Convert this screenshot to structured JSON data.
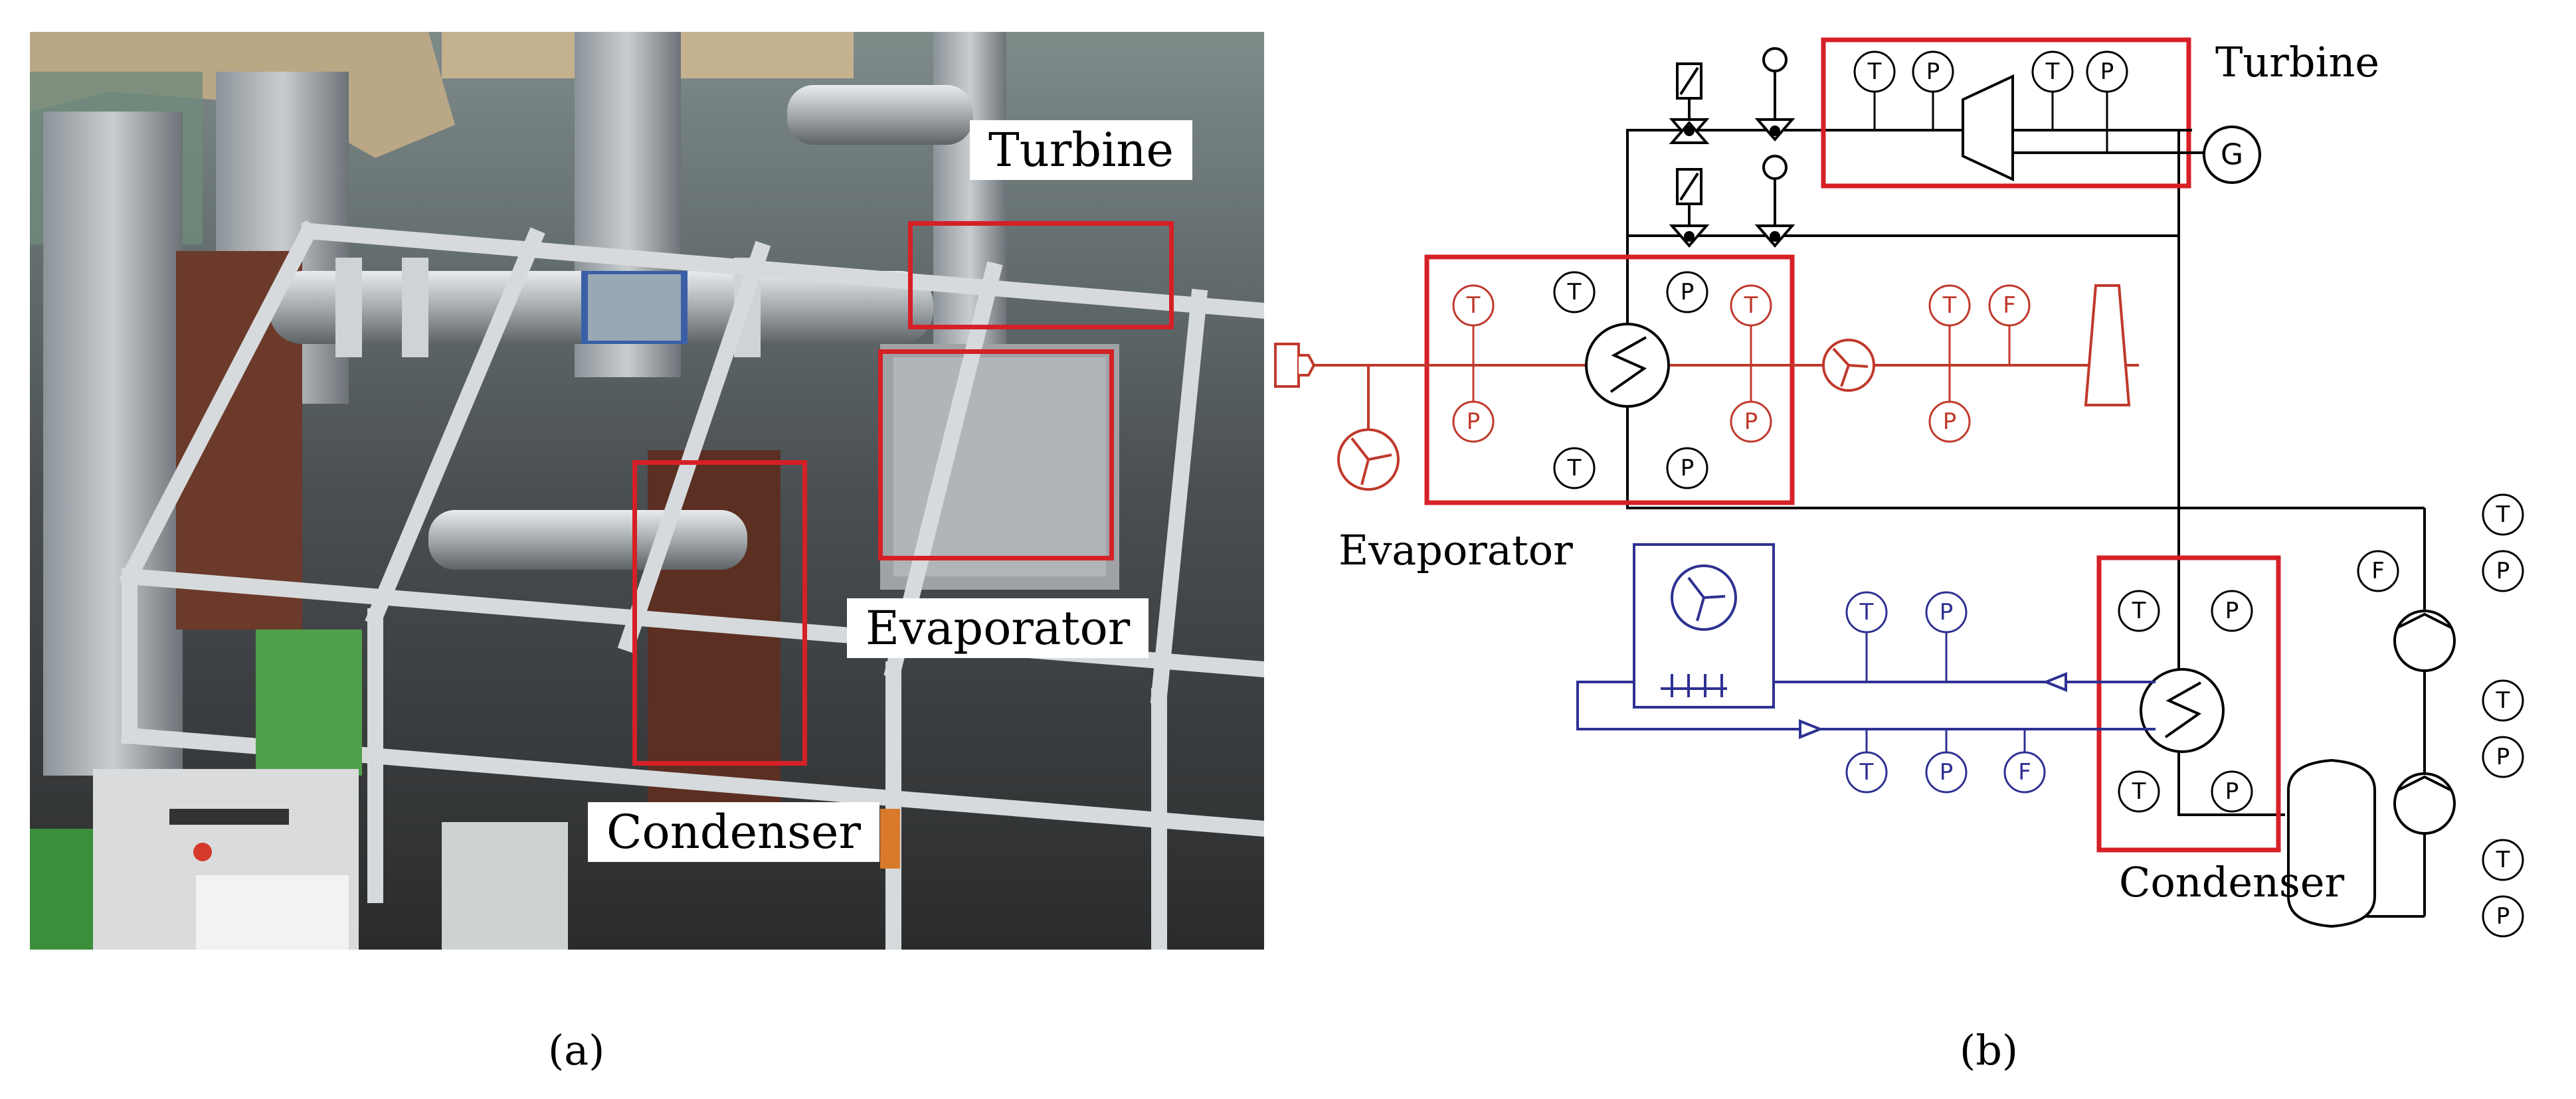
{
  "photo": {
    "labels": {
      "turbine": "Turbine",
      "evaporator": "Evaporator",
      "condenser": "Condenser"
    },
    "panel_label": "(a)"
  },
  "schematic": {
    "labels": {
      "turbine": "Turbine",
      "evaporator": "Evaporator",
      "condenser": "Condenser"
    },
    "generator": "G",
    "panel_label": "(b)",
    "sensors": {
      "turbine_t1": "T",
      "turbine_p1": "P",
      "turbine_t2": "T",
      "turbine_p2": "P",
      "evap_ref_t_top": "T",
      "evap_ref_p_top": "P",
      "evap_ref_t_bot": "T",
      "evap_ref_p_bot": "P",
      "evap_air_t_in": "T",
      "evap_air_p_in": "P",
      "evap_air_t_out": "T",
      "evap_air_p_out": "P",
      "exhaust_t": "T",
      "exhaust_f": "F",
      "exhaust_p": "P",
      "cool_t_top": "T",
      "cool_p_top": "P",
      "cool_t_bot": "T",
      "cool_p_bot": "P",
      "cool_f_bot": "F",
      "cond_t_top": "T",
      "cond_p_top": "P",
      "cond_t_bot": "T",
      "cond_p_bot": "P",
      "pump_t1": "T",
      "pump_f": "F",
      "pump_p1": "P",
      "pump_t2": "T",
      "pump_p2": "P",
      "pump_t3": "T",
      "pump_p3": "P"
    }
  },
  "colors": {
    "highlight": "#d62027",
    "hot_side": "#c0392b",
    "cold_side": "#2e3192",
    "line": "#000000"
  }
}
